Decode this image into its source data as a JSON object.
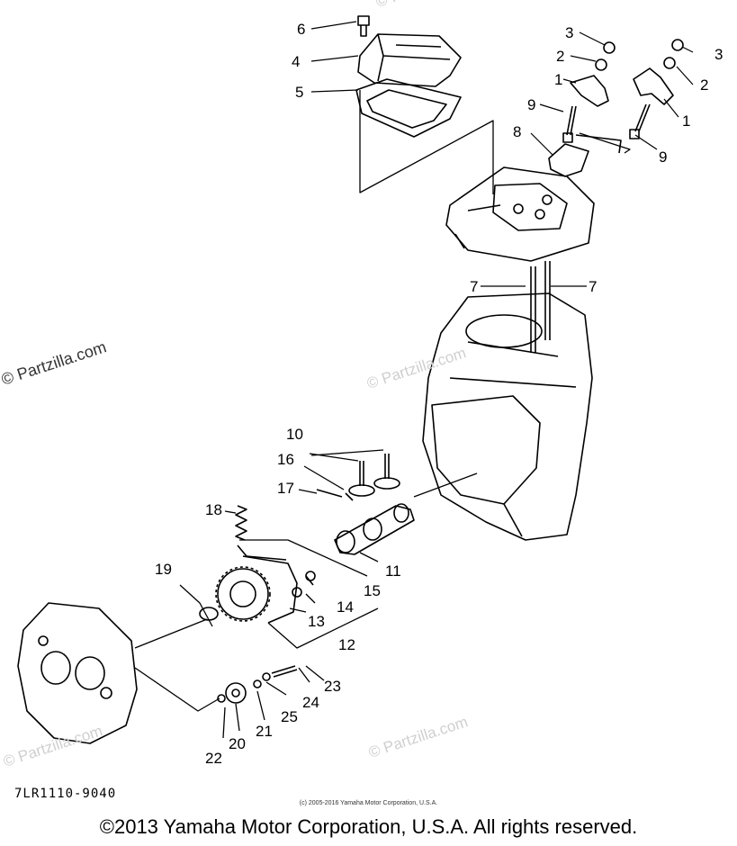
{
  "callouts": {
    "c1a": "1",
    "c1b": "1",
    "c2a": "2",
    "c2b": "2",
    "c3a": "3",
    "c3b": "3",
    "c4": "4",
    "c5": "5",
    "c6": "6",
    "c7a": "7",
    "c7b": "7",
    "c8": "8",
    "c9a": "9",
    "c9b": "9",
    "c10": "10",
    "c11": "11",
    "c12": "12",
    "c13": "13",
    "c14": "14",
    "c15": "15",
    "c16": "16",
    "c17": "17",
    "c18": "18",
    "c19": "19",
    "c20": "20",
    "c21": "21",
    "c22": "22",
    "c23": "23",
    "c24": "24",
    "c25": "25"
  },
  "watermarks": {
    "left": "© Partzilla.com",
    "mid": "© Partzilla.com",
    "top": "© Partzilla.com",
    "bottom_left": "© Partzilla.com",
    "bottom_right": "© Partzilla.com"
  },
  "footer": {
    "drawing_code": "7LR1110-9040",
    "small_copyright": "(c) 2005-2016 Yamaha Motor Corporation, U.S.A.",
    "main_copyright": "©2013 Yamaha Motor Corporation, U.S.A. All rights reserved."
  }
}
